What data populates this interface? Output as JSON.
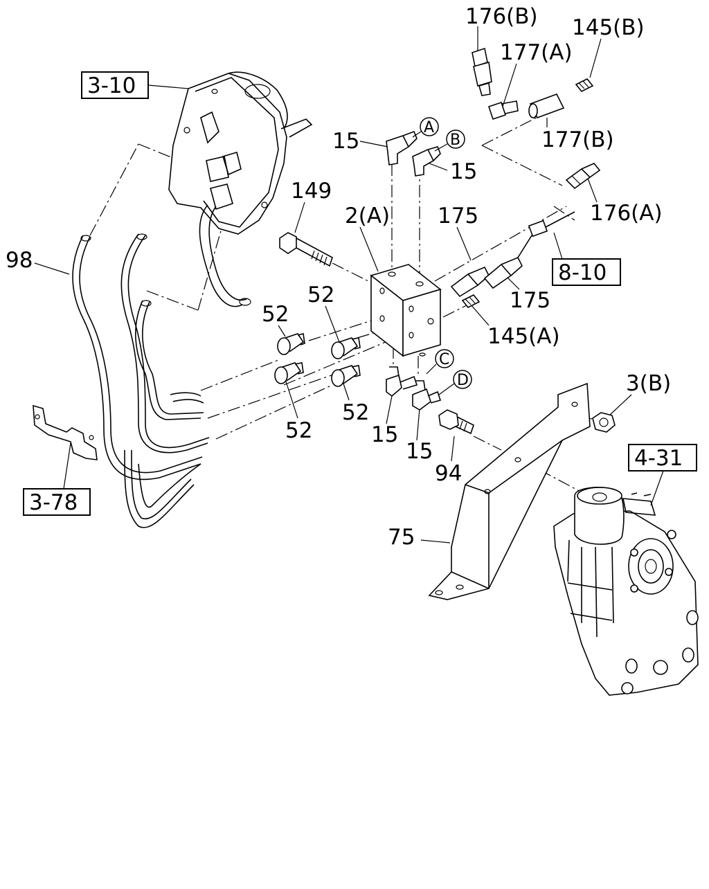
{
  "diagram": {
    "references": {
      "ref_3_10": "3-10",
      "ref_3_78": "3-78",
      "ref_8_10": "8-10",
      "ref_4_31": "4-31"
    },
    "callouts": {
      "c176b": "176(B)",
      "c145b": "145(B)",
      "c177a": "177(A)",
      "c177b": "177(B)",
      "c176a": "176(A)",
      "c15_a": "15",
      "c15_b": "15",
      "c149": "149",
      "c2a": "2(A)",
      "c175_top": "175",
      "c175_bot": "175",
      "c98": "98",
      "c52_1": "52",
      "c52_2": "52",
      "c52_3": "52",
      "c52_4": "52",
      "c145a": "145(A)",
      "c15_c": "15",
      "c15_d": "15",
      "c3b": "3(B)",
      "c94": "94",
      "c75": "75"
    },
    "circled_letters": {
      "A": "A",
      "B": "B",
      "C": "C",
      "D": "D"
    }
  }
}
